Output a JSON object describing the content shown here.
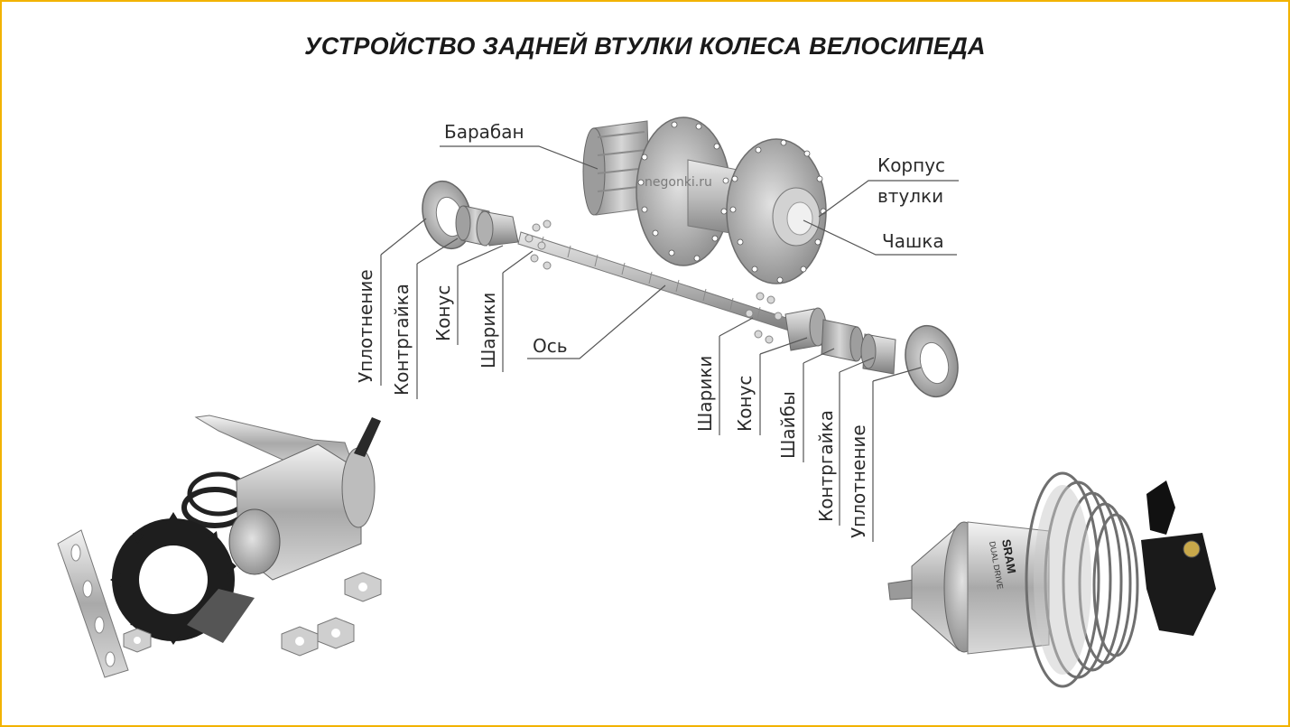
{
  "title": "УСТРОЙСТВО ЗАДНЕЙ ВТУЛКИ КОЛЕСА ВЕЛОСИПЕДА",
  "watermark": "negonki.ru",
  "labels": {
    "baraban": "Барабан",
    "korpus_line1": "Корпус",
    "korpus_line2": "втулки",
    "chashka": "Чашка",
    "os": "Ось",
    "left_uplotnenie": "Уплотнение",
    "left_kontrgaika": "Контргайка",
    "left_konus": "Конус",
    "left_shariki": "Шарики",
    "right_shariki": "Шарики",
    "right_konus": "Конус",
    "right_shaiby": "Шайбы",
    "right_kontrgaika": "Контргайка",
    "right_uplotnenie": "Уплотнение"
  },
  "photo_right": {
    "brand": "SRAM",
    "text": "DUAL DRIVE"
  },
  "colors": {
    "frame": "#f2b300",
    "part_metal": "#b9b9b9",
    "leader_line": "#555555"
  }
}
